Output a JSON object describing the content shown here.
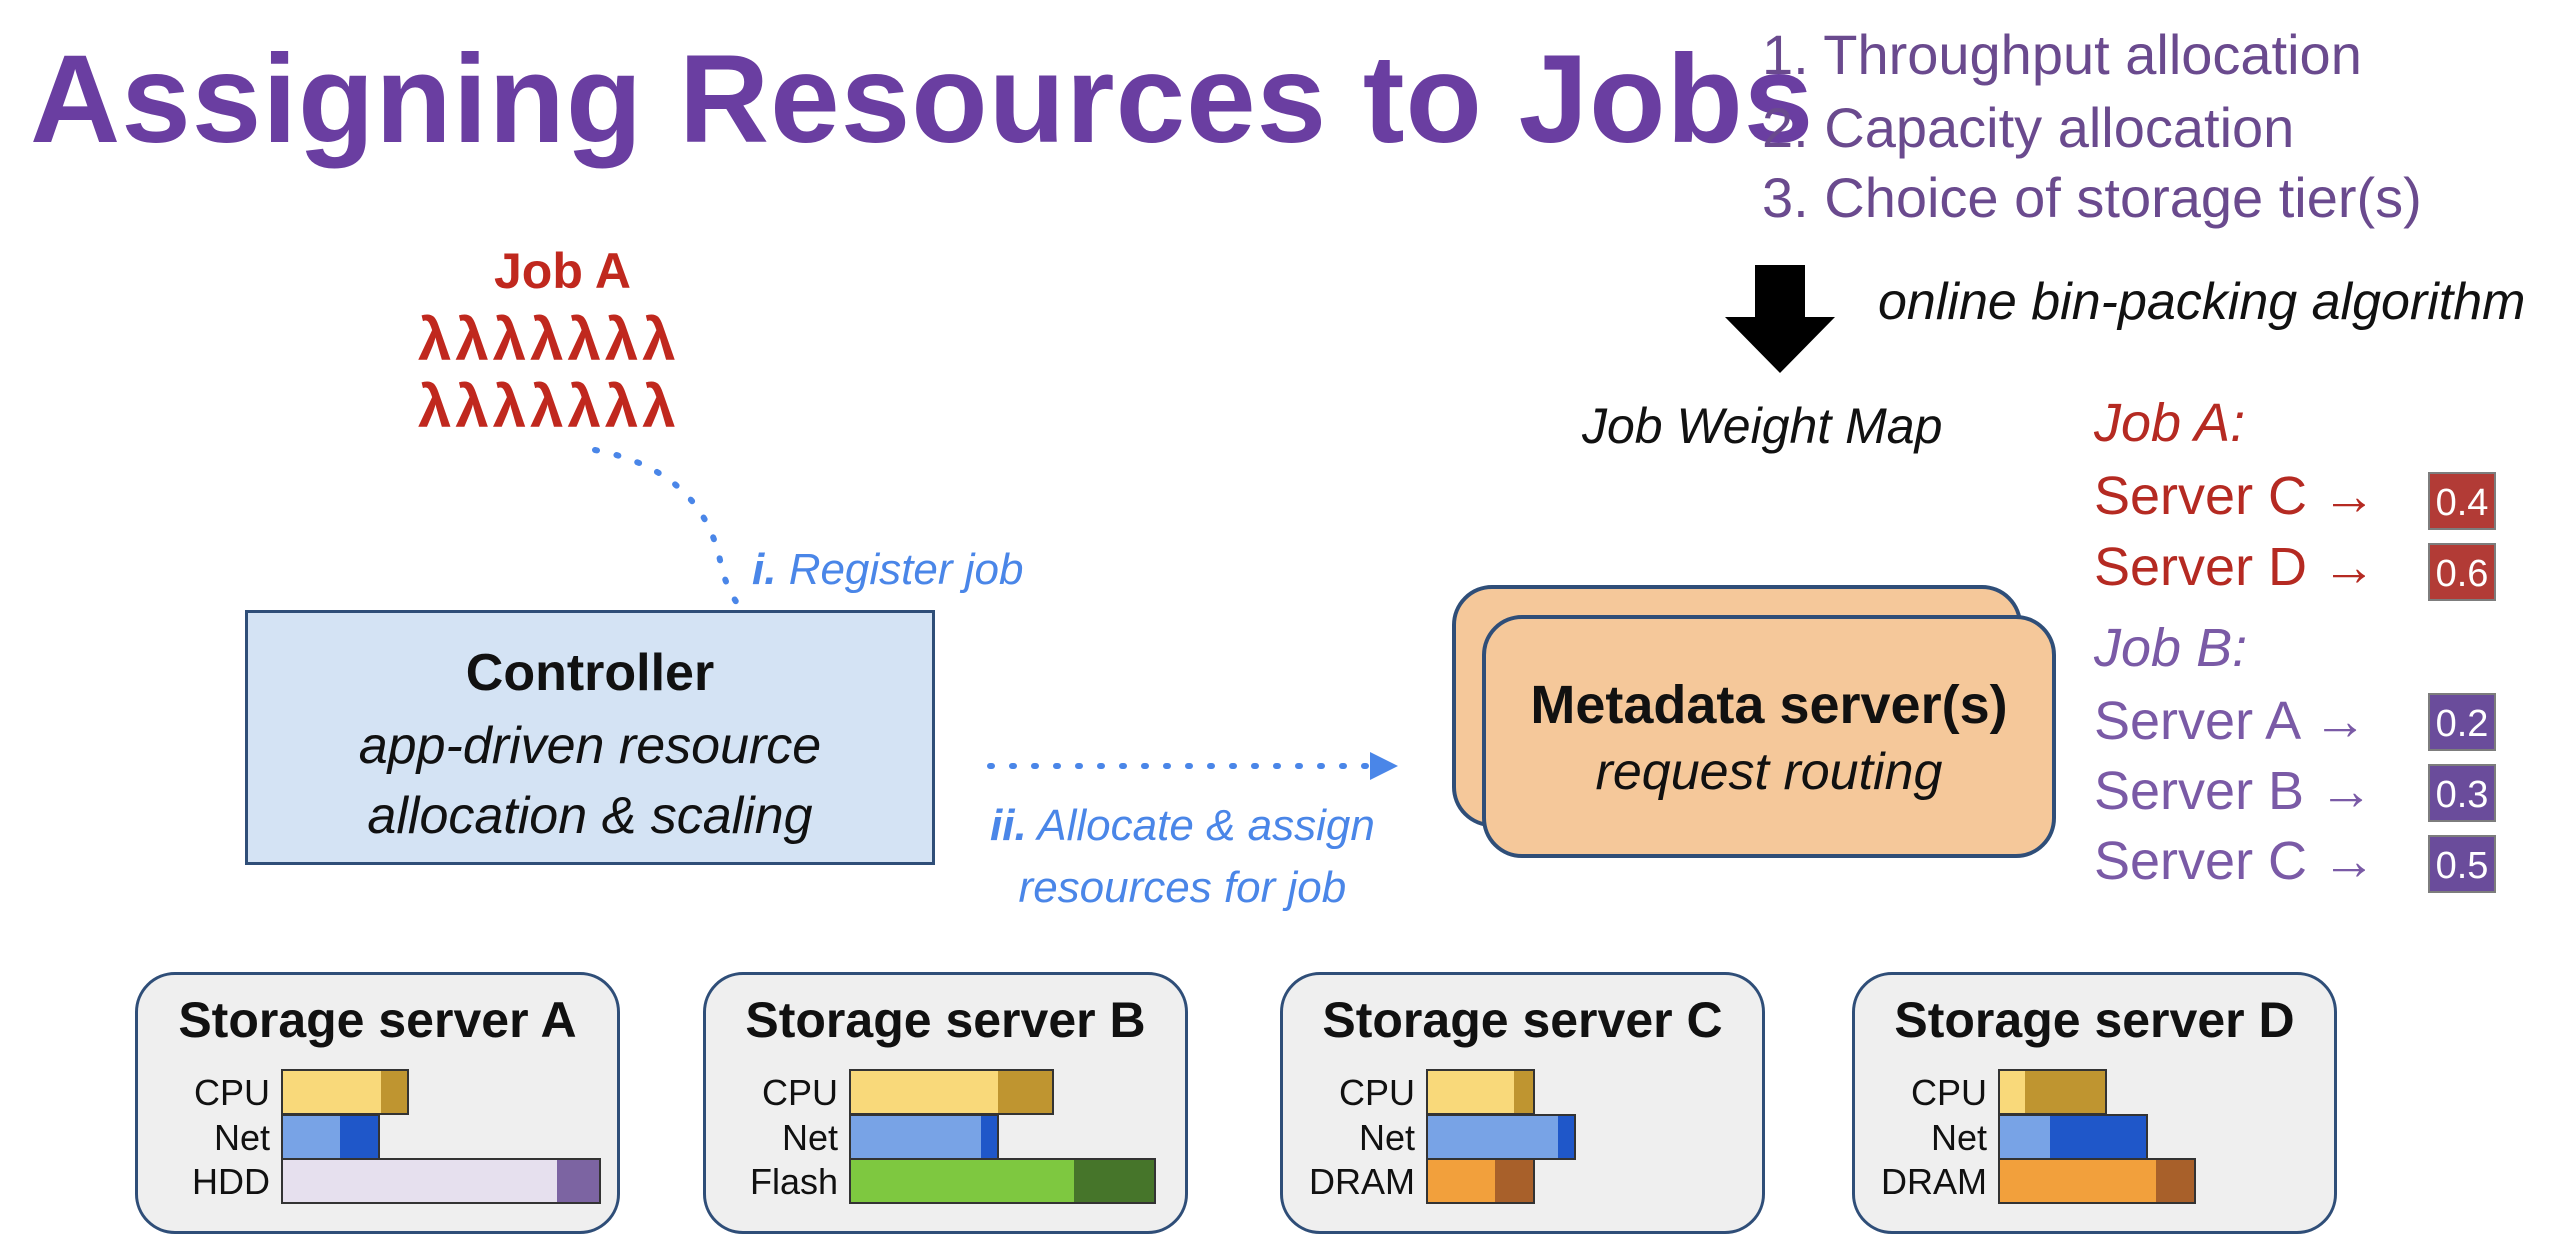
{
  "title": "Assigning Resources to Jobs",
  "steps": [
    "1. Throughput allocation",
    "2. Capacity allocation",
    "3. Choice of storage tier(s)"
  ],
  "algorithm_label": "online bin-packing algorithm",
  "job_weight_map_label": "Job Weight Map",
  "job_a": {
    "label": "Job A",
    "lambdas": [
      "λλλλλλλ",
      "λλλλλλλ"
    ]
  },
  "register": {
    "num": "i.",
    "text": "Register job"
  },
  "allocate": {
    "num": "ii.",
    "line1": "Allocate & assign",
    "line2": "resources for job"
  },
  "controller": {
    "title": "Controller",
    "line1": "app-driven resource",
    "line2": "allocation & scaling"
  },
  "metadata": {
    "title": "Metadata server(s)",
    "subtitle": "request routing"
  },
  "weights": {
    "job_a": {
      "label": "Job A:",
      "rows": [
        {
          "server": "Server C →",
          "weight": "0.4"
        },
        {
          "server": "Server D →",
          "weight": "0.6"
        }
      ]
    },
    "job_b": {
      "label": "Job B:",
      "rows": [
        {
          "server": "Server A →",
          "weight": "0.2"
        },
        {
          "server": "Server B →",
          "weight": "0.3"
        },
        {
          "server": "Server C →",
          "weight": "0.5"
        }
      ]
    }
  },
  "colors": {
    "title": "#6a3ea1",
    "job_a": "#b52a22",
    "job_b": "#7a5aa6",
    "flow": "#4a86e8",
    "cpu_base": "#f9d97a",
    "cpu_used": "#bf9530",
    "net_base": "#78a3e6",
    "net_used": "#1f57c9",
    "hdd_base": "#e6e0ee",
    "hdd_used": "#7c64a2",
    "flash_base": "#7ec840",
    "flash_used": "#46752a",
    "dram_base": "#f2a03c",
    "dram_used": "#a8602a"
  },
  "servers": [
    {
      "name": "Storage server A",
      "resources": [
        {
          "label": "CPU",
          "kind": "cpu",
          "total": 0.4,
          "used": 0.08
        },
        {
          "label": "Net",
          "kind": "net",
          "total": 0.31,
          "used": 0.12
        },
        {
          "label": "HDD",
          "kind": "hdd",
          "total": 1.0,
          "used": 0.13
        }
      ]
    },
    {
      "name": "Storage server B",
      "resources": [
        {
          "label": "CPU",
          "kind": "cpu",
          "total": 0.64,
          "used": 0.17
        },
        {
          "label": "Net",
          "kind": "net",
          "total": 0.47,
          "used": 0.05
        },
        {
          "label": "Flash",
          "kind": "flash",
          "total": 0.96,
          "used": 0.25
        }
      ]
    },
    {
      "name": "Storage server C",
      "resources": [
        {
          "label": "CPU",
          "kind": "cpu",
          "total": 0.34,
          "used": 0.06
        },
        {
          "label": "Net",
          "kind": "net",
          "total": 0.47,
          "used": 0.05
        },
        {
          "label": "DRAM",
          "kind": "dram",
          "total": 0.34,
          "used": 0.12
        }
      ]
    },
    {
      "name": "Storage server D",
      "resources": [
        {
          "label": "CPU",
          "kind": "cpu",
          "total": 0.34,
          "used": 0.25
        },
        {
          "label": "Net",
          "kind": "net",
          "total": 0.47,
          "used": 0.3
        },
        {
          "label": "DRAM",
          "kind": "dram",
          "total": 0.62,
          "used": 0.12
        }
      ]
    }
  ]
}
